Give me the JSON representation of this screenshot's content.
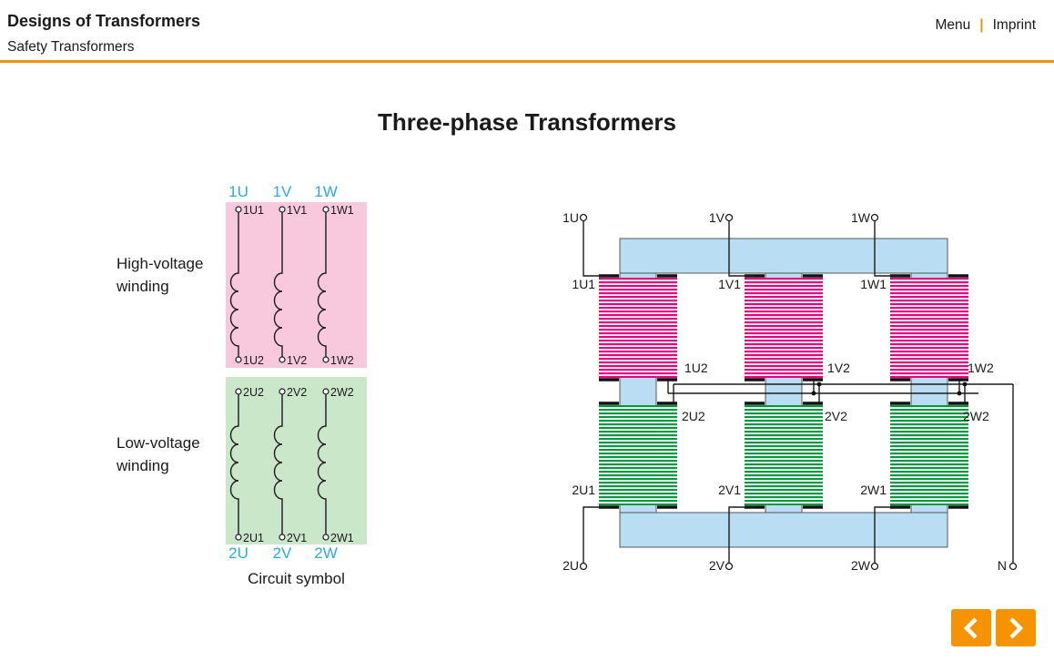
{
  "header": {
    "title": "Designs of Transformers",
    "subtitle": "Safety Transformers",
    "menu": "Menu",
    "separator": "|",
    "imprint": "Imprint"
  },
  "page": {
    "title": "Three-phase Transformers"
  },
  "left_figure": {
    "top_terminals": [
      "1U",
      "1V",
      "1W"
    ],
    "hv_top": [
      "1U1",
      "1V1",
      "1W1"
    ],
    "hv_bottom": [
      "1U2",
      "1V2",
      "1W2"
    ],
    "lv_top": [
      "2U2",
      "2V2",
      "2W2"
    ],
    "lv_bottom": [
      "2U1",
      "2V1",
      "2W1"
    ],
    "bottom_terminals": [
      "2U",
      "2V",
      "2W"
    ],
    "hv_label_line1": "High-voltage",
    "hv_label_line2": "winding",
    "lv_label_line1": "Low-voltage",
    "lv_label_line2": "winding",
    "caption": "Circuit symbol"
  },
  "right_figure": {
    "top_terminals": [
      "1U",
      "1V",
      "1W"
    ],
    "hv_top": [
      "1U1",
      "1V1",
      "1W1"
    ],
    "hv_bottom": [
      "1U2",
      "1V2",
      "1W2"
    ],
    "lv_top": [
      "2U2",
      "2V2",
      "2W2"
    ],
    "lv_bottom": [
      "2U1",
      "2V1",
      "2W1"
    ],
    "bottom_terminals": [
      "2U",
      "2V",
      "2W"
    ],
    "neutral": "N"
  },
  "nav": {
    "prev_icon": "chevron-left-icon",
    "next_icon": "chevron-right-icon"
  },
  "colors": {
    "accent_orange": "#F29400",
    "button_orange": "#F59300",
    "cyan": "#29ABE2",
    "pink_box": "#F8C9DC",
    "green_box": "#CBE7CA",
    "stripe_pink": "#E6007E",
    "stripe_green": "#0A9442",
    "core_blue": "#B9DEF3"
  }
}
